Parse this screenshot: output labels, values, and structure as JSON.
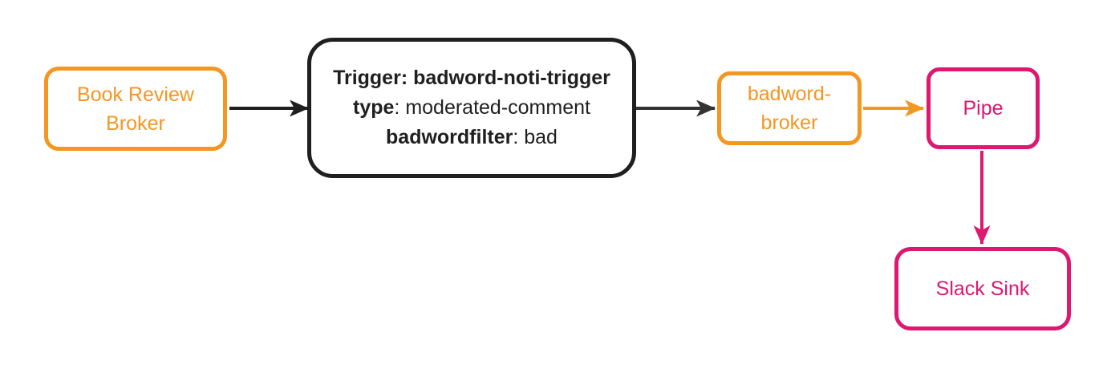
{
  "diagram": {
    "colors": {
      "orange": "#F59623",
      "pink": "#DE1770",
      "black": "#1F1F1F",
      "edge_dark": "#333333",
      "background": "#FFFFFF"
    },
    "nodes": {
      "book_review_broker": {
        "label": "Book Review\nBroker",
        "color": "#F59623"
      },
      "trigger": {
        "line1": "Trigger: badword-noti-trigger",
        "line2_key": "type",
        "line2_rest": ": moderated-comment",
        "line3_key": "badwordfilter",
        "line3_rest": ": bad",
        "color": "#1F1F1F"
      },
      "badword_broker": {
        "label": "badword-\nbroker",
        "color": "#F59623"
      },
      "pipe": {
        "label": "Pipe",
        "color": "#DE1770"
      },
      "slack_sink": {
        "label": "Slack Sink",
        "color": "#DE1770"
      }
    },
    "edges": [
      {
        "from": "book_review_broker",
        "to": "trigger",
        "color": "#1F1F1F",
        "direction": "right"
      },
      {
        "from": "trigger",
        "to": "badword_broker",
        "color": "#333333",
        "direction": "right"
      },
      {
        "from": "badword_broker",
        "to": "pipe",
        "color": "#F59623",
        "direction": "right"
      },
      {
        "from": "pipe",
        "to": "slack_sink",
        "color": "#DE1770",
        "direction": "down"
      }
    ]
  }
}
